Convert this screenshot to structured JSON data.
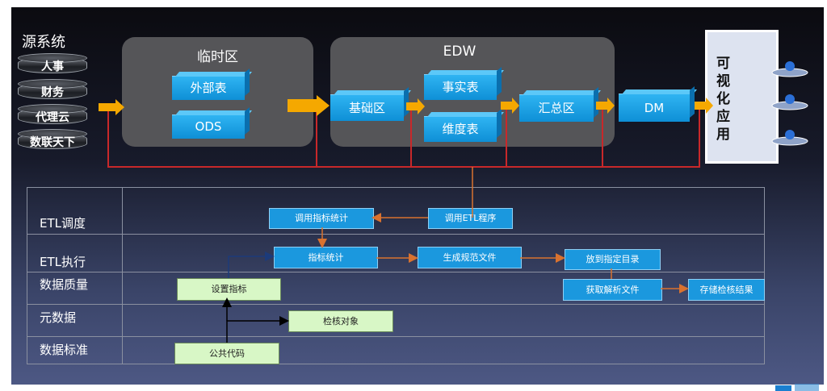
{
  "source": {
    "title": "源系统",
    "items": [
      "人事",
      "财务",
      "代理云",
      "数联天下"
    ]
  },
  "staging": {
    "title": "临时区",
    "tables": [
      "外部表",
      "ODS"
    ]
  },
  "edw": {
    "title": "EDW",
    "base": "基础区",
    "fact": "事实表",
    "dim": "维度表",
    "summary": "汇总区"
  },
  "dm": "DM",
  "apps": {
    "label": "可视化应用"
  },
  "governance": {
    "rows": [
      "ETL调度",
      "ETL执行",
      "数据质量",
      "元数据",
      "数据标准"
    ],
    "nodes": {
      "call_metric_stats": "调用指标统计",
      "call_etl_program": "调用ETL程序",
      "metric_stats": "指标统计",
      "gen_spec_file": "生成规范文件",
      "put_dir": "放到指定目录",
      "get_parse_file": "获取解析文件",
      "store_result": "存储检核结果",
      "set_metric": "设置指标",
      "check_object": "检核对象",
      "common_code": "公共代码"
    }
  },
  "colors": {
    "arrow": "#f5a800",
    "redline": "#c8282a",
    "box": "#1b98de",
    "green": "#d8f7c6"
  }
}
